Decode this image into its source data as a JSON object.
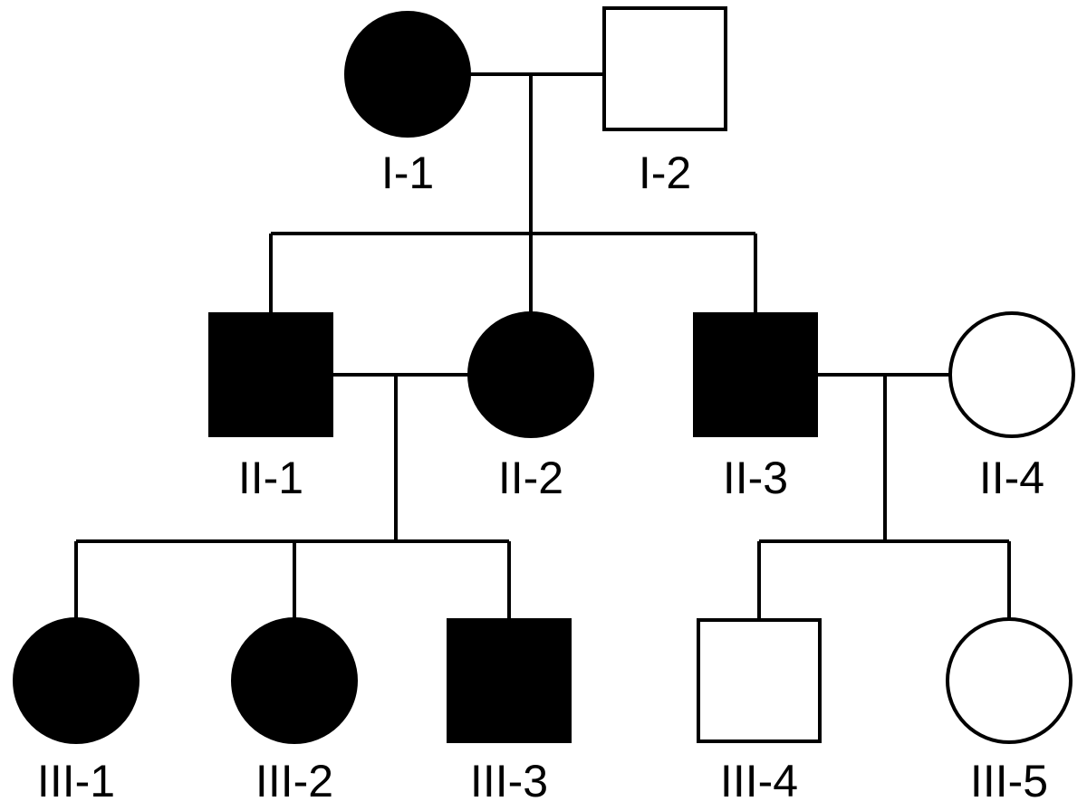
{
  "colors": {
    "affected": "#000000",
    "unaffected": "#ffffff",
    "outline": "#000000"
  },
  "individuals": [
    {
      "id": "I-1",
      "sex": "female",
      "affected": true
    },
    {
      "id": "I-2",
      "sex": "male",
      "affected": false
    },
    {
      "id": "II-1",
      "sex": "male",
      "affected": true
    },
    {
      "id": "II-2",
      "sex": "female",
      "affected": true
    },
    {
      "id": "II-3",
      "sex": "male",
      "affected": true
    },
    {
      "id": "II-4",
      "sex": "female",
      "affected": false
    },
    {
      "id": "III-1",
      "sex": "female",
      "affected": true
    },
    {
      "id": "III-2",
      "sex": "female",
      "affected": true
    },
    {
      "id": "III-3",
      "sex": "male",
      "affected": true
    },
    {
      "id": "III-4",
      "sex": "male",
      "affected": false
    },
    {
      "id": "III-5",
      "sex": "female",
      "affected": false
    }
  ],
  "matings": [
    {
      "partners": [
        "I-1",
        "I-2"
      ],
      "children": [
        "II-1",
        "II-2",
        "II-3"
      ]
    },
    {
      "partners": [
        "II-1",
        "II-2"
      ],
      "children": [
        "III-1",
        "III-2",
        "III-3"
      ]
    },
    {
      "partners": [
        "II-3",
        "II-4"
      ],
      "children": [
        "III-4",
        "III-5"
      ]
    }
  ]
}
